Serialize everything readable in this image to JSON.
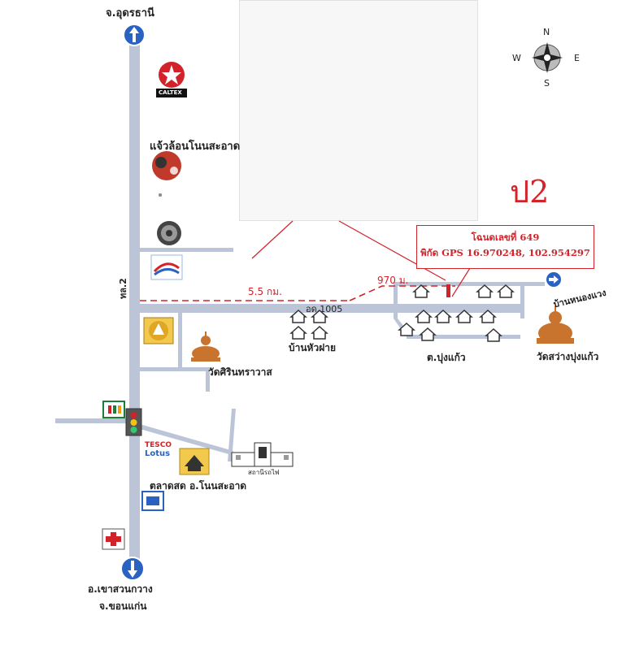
{
  "map": {
    "top_destination": "จ.อุดรธานี",
    "bottom_destination_1": "อ.เขาสวนกวาง",
    "bottom_destination_2": "จ.ขอนแก่น",
    "highway_label": "ทล.2",
    "road_label": "อด.1005",
    "distance_main": "5.5 กม.",
    "distance_branch": "970 ม.",
    "caltex_label": "CALTEX",
    "tire_shop_label": "แจ้วล้อนโนนสะอาด",
    "village_huafai": "บ้านหัวฝาย",
    "village_bungkaew": "ต.บุ่งแก้ว",
    "village_nongwaeng": "บ้านหนองแวง",
    "temple_sirin": "วัดศิรินทราวาส",
    "temple_bungkaew": "วัดสว่างบุ่งแก้ว",
    "market_label": "ตลาดสด อ.โนนสะอาด",
    "tesco_label_1": "TESCO",
    "tesco_label_2": "Lotus",
    "station_label": "สถานีรถไฟ",
    "handwritten_note": "ป2",
    "deed_line": "โฉนดเลขที่ 649",
    "gps_line": "พิกัด GPS 16.970248, 102.954297",
    "compass": {
      "n": "N",
      "s": "S",
      "e": "E",
      "w": "W"
    },
    "colors": {
      "road": "#bcc5d8",
      "route": "#d2232a",
      "arrow_icon": "#2a62c2",
      "temple": "#c8732e"
    },
    "icons": [
      "caltex-logo",
      "tire-shop-icon",
      "wheel-logo",
      "bank-logo",
      "gov-seal-logo",
      "temple-buddha-icon",
      "seven-eleven-logo",
      "traffic-light-icon",
      "market-icon",
      "train-station-icon",
      "hospital-cross-icon",
      "post-office-icon",
      "house-icon",
      "compass-rose-icon"
    ]
  }
}
